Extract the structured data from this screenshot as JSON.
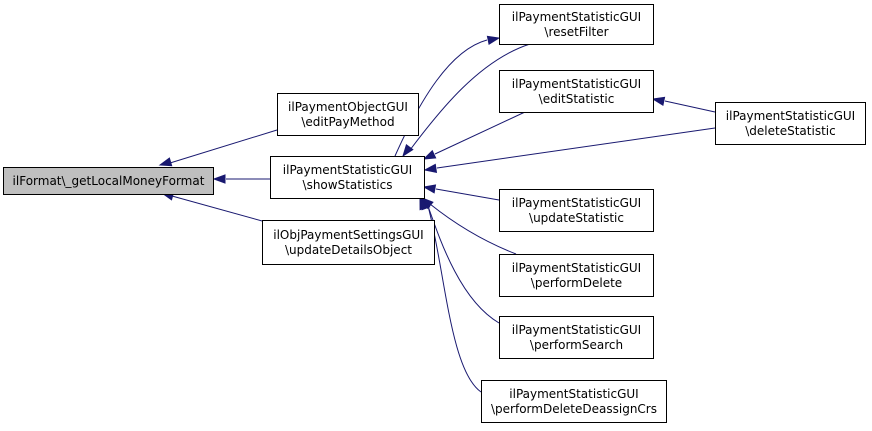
{
  "diagram": {
    "edge_color": "#191970",
    "root_fill": "#bfbfbf",
    "nodes": {
      "root": {
        "lines": [
          "ilFormat\\_getLocalMoneyFormat"
        ]
      },
      "editPayMethod": {
        "lines": [
          "ilPaymentObjectGUI",
          "\\editPayMethod"
        ]
      },
      "showStatistics": {
        "lines": [
          "ilPaymentStatisticGUI",
          "\\showStatistics"
        ]
      },
      "updateDetailsObject": {
        "lines": [
          "ilObjPaymentSettingsGUI",
          "\\updateDetailsObject"
        ]
      },
      "resetFilter": {
        "lines": [
          "ilPaymentStatisticGUI",
          "\\resetFilter"
        ]
      },
      "editStatistic": {
        "lines": [
          "ilPaymentStatisticGUI",
          "\\editStatistic"
        ]
      },
      "deleteStatistic": {
        "lines": [
          "ilPaymentStatisticGUI",
          "\\deleteStatistic"
        ]
      },
      "updateStatistic": {
        "lines": [
          "ilPaymentStatisticGUI",
          "\\updateStatistic"
        ]
      },
      "performDelete": {
        "lines": [
          "ilPaymentStatisticGUI",
          "\\performDelete"
        ]
      },
      "performSearch": {
        "lines": [
          "ilPaymentStatisticGUI",
          "\\performSearch"
        ]
      },
      "performDeleteDeassignCrs": {
        "lines": [
          "ilPaymentStatisticGUI",
          "\\performDeleteDeassignCrs"
        ]
      }
    },
    "edges": [
      {
        "from": "editPayMethod",
        "to": "root"
      },
      {
        "from": "showStatistics",
        "to": "root"
      },
      {
        "from": "updateDetailsObject",
        "to": "root"
      },
      {
        "from": "resetFilter",
        "to": "showStatistics"
      },
      {
        "from": "editStatistic",
        "to": "showStatistics"
      },
      {
        "from": "deleteStatistic",
        "to": "showStatistics"
      },
      {
        "from": "updateStatistic",
        "to": "showStatistics"
      },
      {
        "from": "performDelete",
        "to": "showStatistics"
      },
      {
        "from": "performSearch",
        "to": "showStatistics"
      },
      {
        "from": "performDeleteDeassignCrs",
        "to": "showStatistics"
      },
      {
        "from": "deleteStatistic",
        "to": "editStatistic"
      },
      {
        "from": "showStatistics",
        "to": "resetFilter"
      }
    ]
  }
}
